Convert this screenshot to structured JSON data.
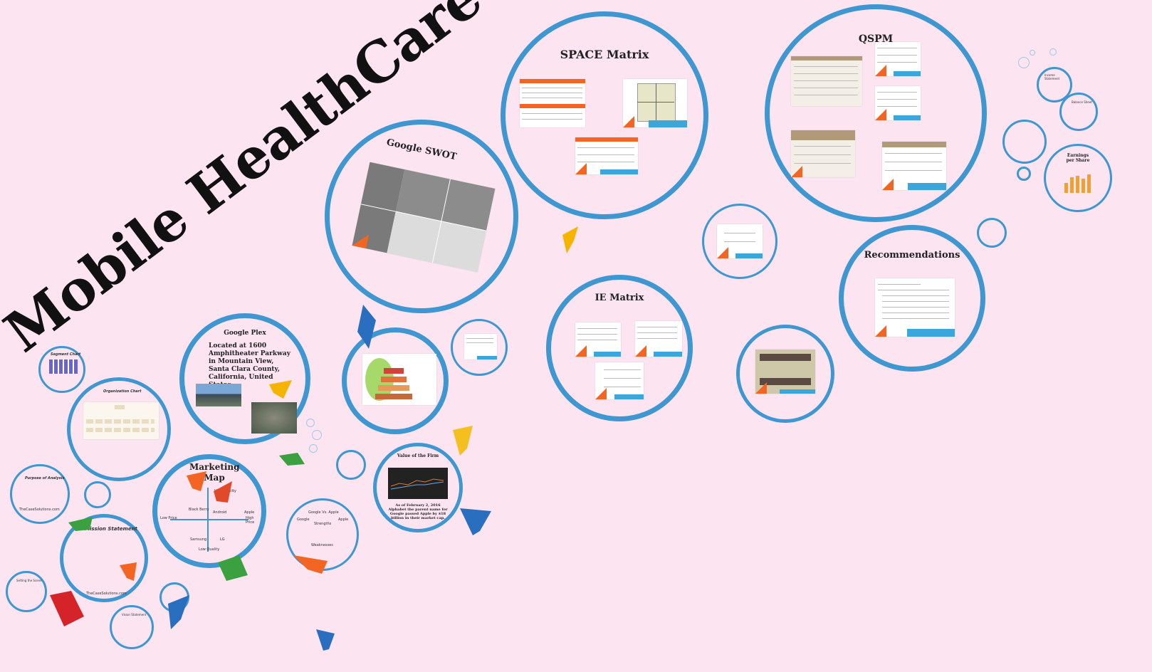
{
  "main_title": "Mobile HealthCare",
  "space": {
    "title": "SPACE Matrix"
  },
  "qspm": {
    "title": "QSPM"
  },
  "swot": {
    "title": "Google SWOT"
  },
  "ie": {
    "title": "IE Matrix"
  },
  "recommendations": {
    "title": "Recommendations"
  },
  "google_plex": {
    "title": "Google Plex",
    "body": "Located at 1600 Amphitheater Parkway in Mountain View, Santa Clara County, California, United States"
  },
  "marketing_map": {
    "title": "Marketing Map",
    "high_quality": "High Quality",
    "low_quality": "Low Quality",
    "low_price": "Low Price",
    "high_price": "High Price",
    "brands": [
      "Black Berry",
      "Android",
      "Apple",
      "Samsung",
      "LG"
    ]
  },
  "mission": {
    "title": "Mission Statement",
    "site": "TheCaseSolutions.com"
  },
  "purpose": {
    "title": "Purpose of Analysis",
    "site": "TheCaseSolutions.com"
  },
  "org_chart": {
    "title": "Organization Chart"
  },
  "segment_chart": {
    "title": "Segment Chart"
  },
  "value_firm": {
    "title": "Value of the Firm",
    "caption": "As of February 2, 2016 Alphabet the parent name for Google passed Apple by $18 billion in their market cap."
  },
  "google_vs_apple": {
    "title": "Google Vs. Apple",
    "strengths": "Strengths",
    "weaknesses": "Weaknesses",
    "google": "Google",
    "apple": "Apple"
  },
  "earnings": {
    "title": "Earnings per Share"
  },
  "vision": {
    "title": "Vision Statement"
  },
  "setting": {
    "title": "Setting the Scene"
  },
  "income": {
    "title": "Income Statement"
  },
  "balance": {
    "title": "Balance Sheet"
  },
  "colors": {
    "accent": "#3e97d1",
    "orange": "#f26522",
    "background": "#fce4f1"
  }
}
